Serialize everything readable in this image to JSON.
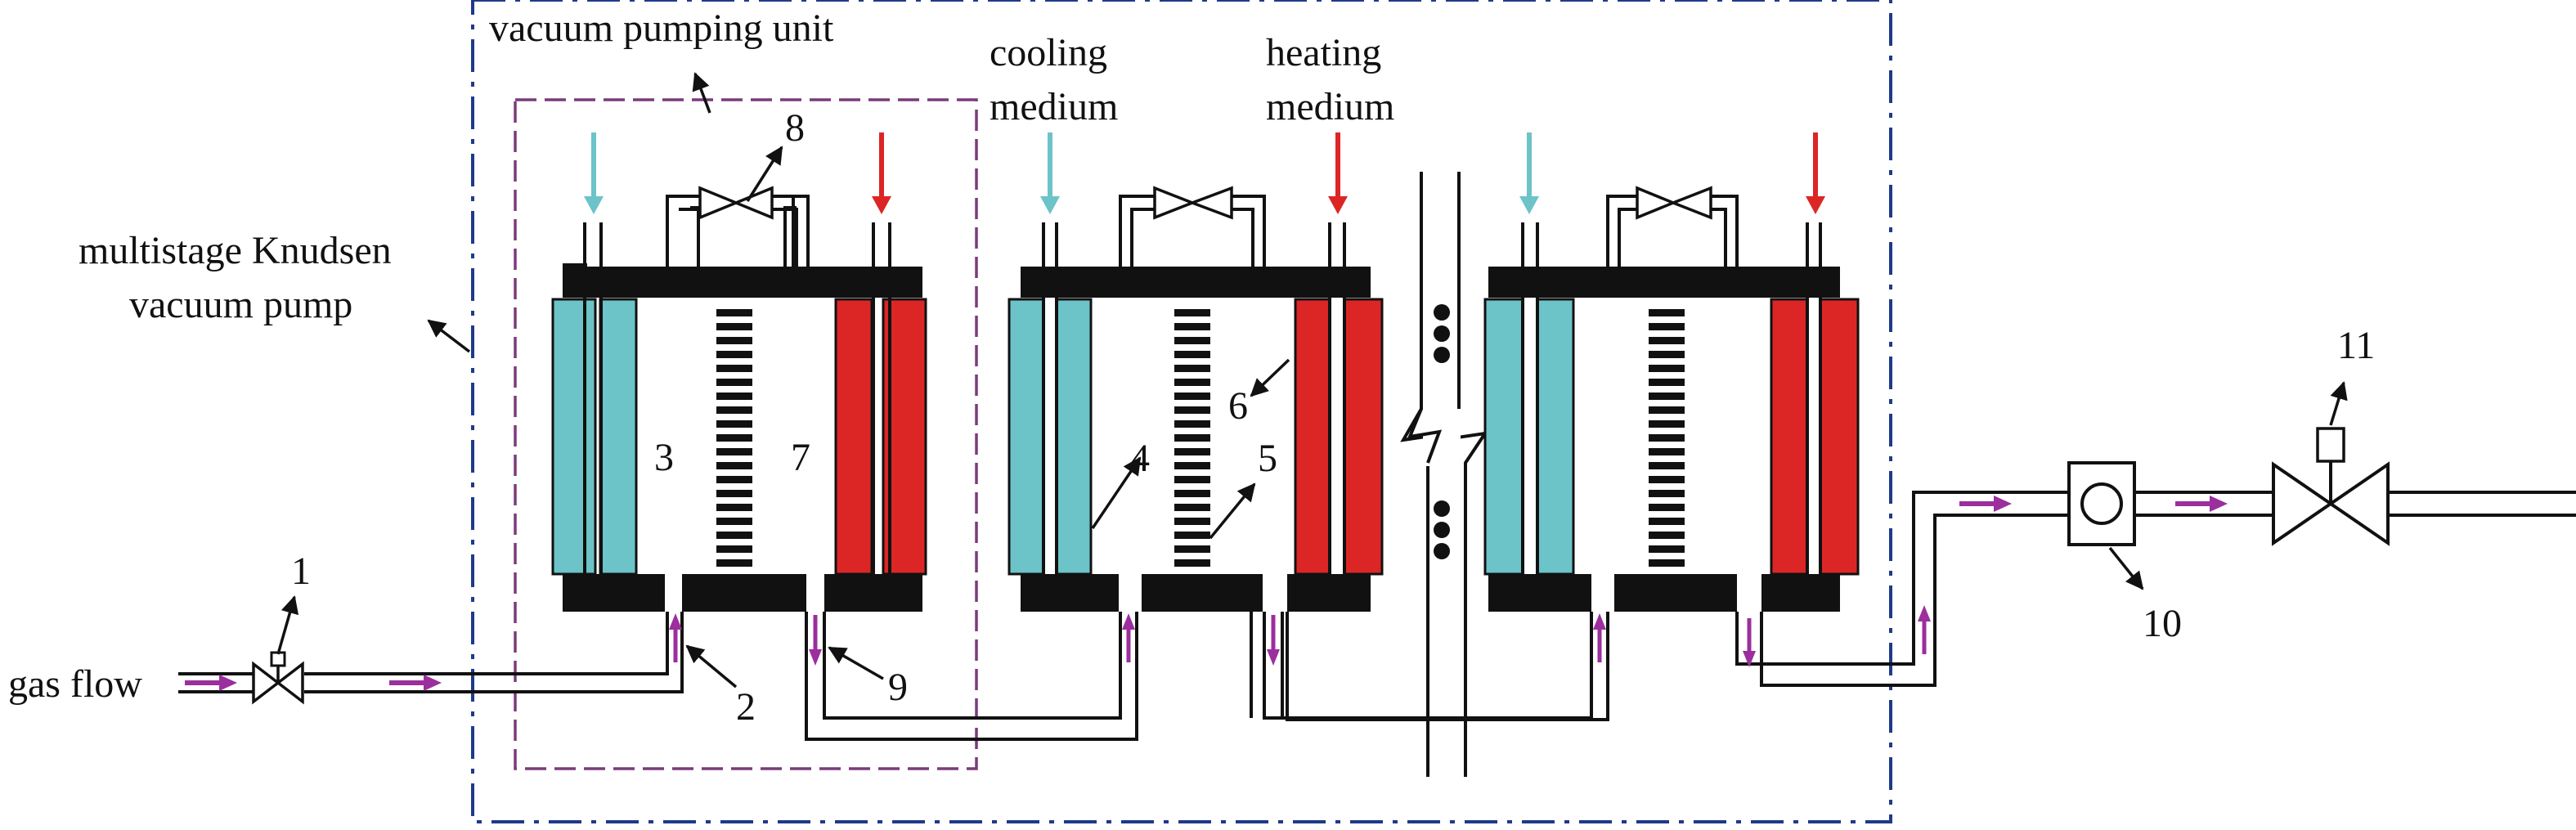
{
  "labels": {
    "vacuum_pumping_unit": "vacuum pumping unit",
    "cooling_medium_line1": "cooling",
    "cooling_medium_line2": "medium",
    "heating_medium_line1": "heating",
    "heating_medium_line2": "medium",
    "knudsen_line1": "multistage Knudsen",
    "knudsen_line2": "vacuum pump",
    "gas_flow": "gas flow"
  },
  "numbers": {
    "n1": "1",
    "n2": "2",
    "n3": "3",
    "n4": "4",
    "n5": "5",
    "n6": "6",
    "n7": "7",
    "n8": "8",
    "n9": "9",
    "n10": "10",
    "n11": "11"
  },
  "colors": {
    "cooling": "#6cc3c8",
    "heating": "#dc2626",
    "flow_arrow": "#9b2f9e",
    "outer_frame": "#1f3a8a",
    "unit_frame": "#7a3b7a",
    "ink": "#111111"
  },
  "icons": {
    "inlet_valve": "valve-icon",
    "outlet_valve": "valve-icon",
    "bypass_valve": "valve-icon",
    "gauge": "vacuum-gauge-icon",
    "break_mark": "break-icon",
    "continuation": "ellipsis-icon"
  }
}
